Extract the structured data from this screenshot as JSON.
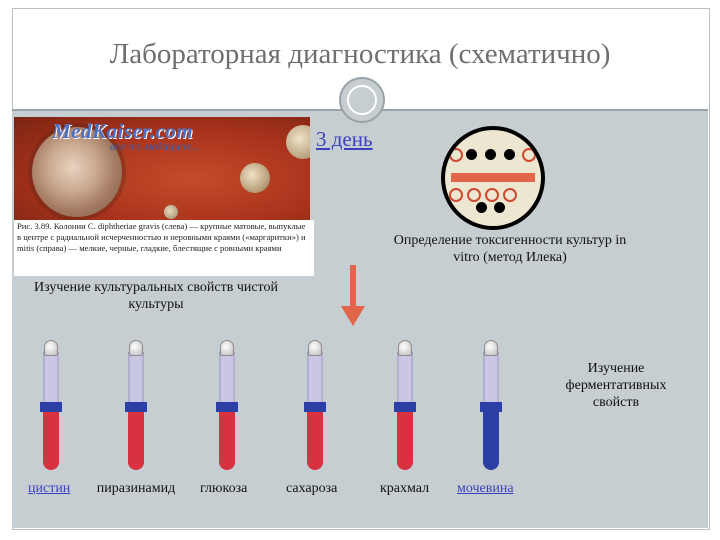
{
  "title": "Лабораторная диагностика (схематично)",
  "photo": {
    "watermark": "MedKaiser.com",
    "watermark_sub": "все по медицине...",
    "caption": "Рис. 3.89. Колонии C. diphtheriae gravis (слева) — крупные матовые, выпуклые в центре с радиальной исчерченностью и неровными краями («маргаритки») и mitis (справа) — мелкие, черные, гладкие, блестящие с ровными краями"
  },
  "day_label": "3 день",
  "elek_label": "Определение токсигенности культур in vitro (метод Илека)",
  "cultural_label": "Изучение культуральных свойств чистой культуры",
  "enzymatic_label": "Изучение ферментативных свойств",
  "tubes": [
    {
      "label": "цистин",
      "linked": true,
      "fill_color": "#d8313f",
      "band_color": "#2b3fa4"
    },
    {
      "label": "пиразинамид",
      "linked": false,
      "fill_color": "#d8313f",
      "band_color": "#2b3fa4"
    },
    {
      "label": "глюкоза",
      "linked": false,
      "fill_color": "#d8313f",
      "band_color": "#2b3fa4"
    },
    {
      "label": "сахароза",
      "linked": false,
      "fill_color": "#d8313f",
      "band_color": "#2b3fa4"
    },
    {
      "label": "крахмал",
      "linked": false,
      "fill_color": "#d8313f",
      "band_color": "#2b3fa4"
    },
    {
      "label": "мочевина",
      "linked": true,
      "fill_color": "#2b3fa4",
      "band_color": "#2b3fa4"
    }
  ],
  "colors": {
    "accent": "#3a40c0",
    "arrow": "#e2654a",
    "background": "#c7ced1"
  }
}
